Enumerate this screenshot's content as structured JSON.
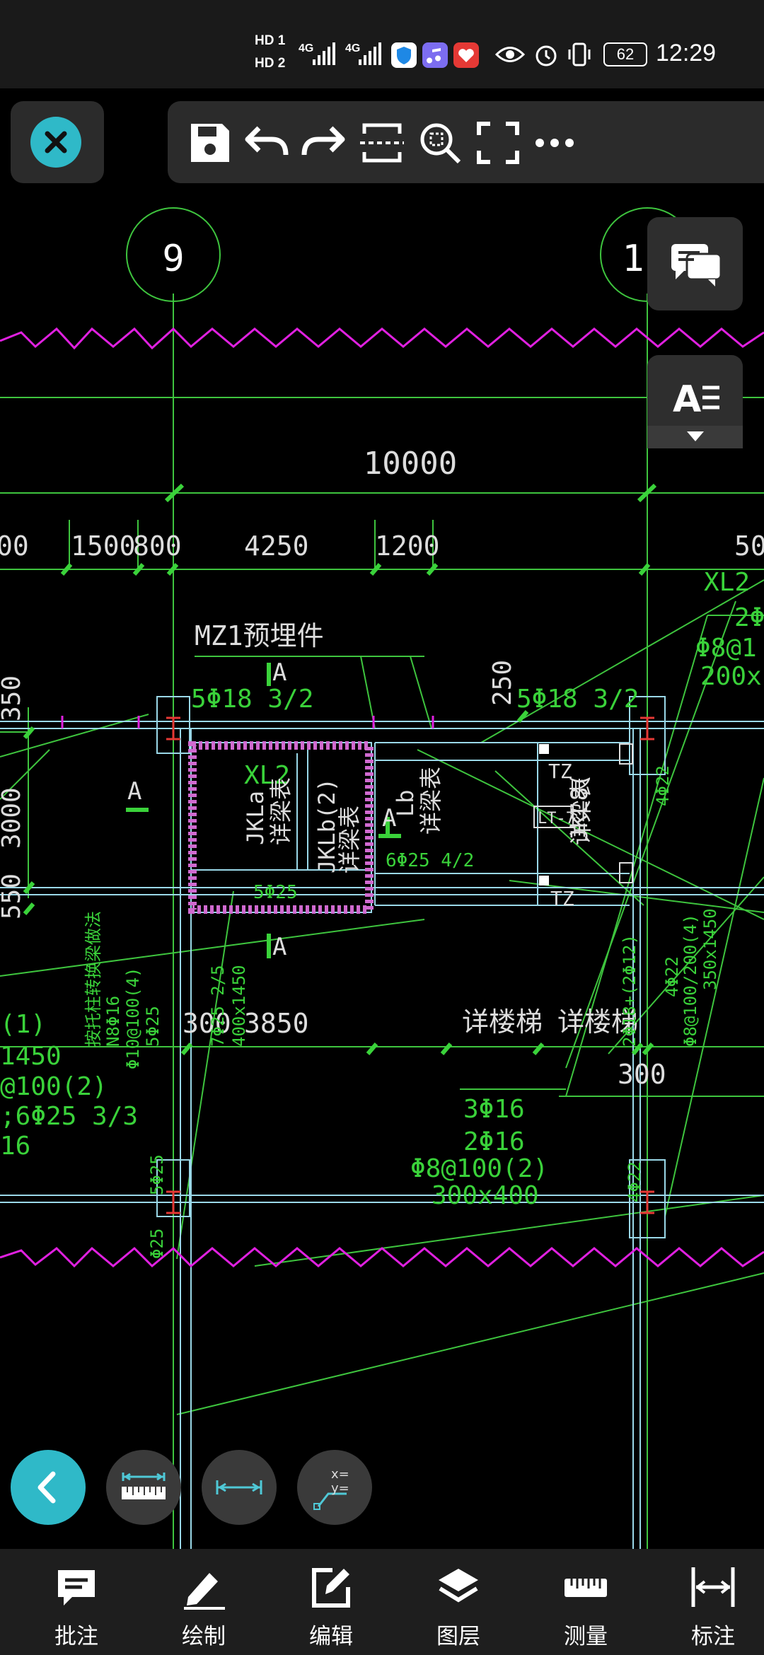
{
  "status": {
    "sim1": "HD 1",
    "sim2": "HD 2",
    "net1": "4G",
    "net2": "4G",
    "battery": "62",
    "time": "12:29"
  },
  "toolbar": {
    "close_icon": "close-icon",
    "items": [
      "save-icon",
      "undo-icon",
      "redo-icon",
      "crop-view-icon",
      "zoom-window-icon",
      "fullscreen-icon",
      "more-icon"
    ]
  },
  "side": {
    "comments_icon": "chat-icon",
    "text_style_icon": "text-style-icon"
  },
  "drawing": {
    "axis_left": "9",
    "axis_right": "1",
    "dim_total": "10000",
    "dims_row": [
      "00",
      "1500",
      "800",
      "4250",
      "1200",
      "50"
    ],
    "mz1": "MZ1预埋件",
    "sectA1": "A",
    "sectA2": "A",
    "sectA3": "A",
    "sectA4": "A",
    "rebar1": "5Φ18 3/2",
    "rebar2": "5Φ18 3/2",
    "dim250": "250",
    "xl2_top": "XL2",
    "xl2_inner": "XL2",
    "xl2_r1": "2Φ",
    "xl2_r2": "Φ8@1",
    "xl2_r3": "200x",
    "jkla": "JKLa",
    "jkla_t": "详梁表",
    "jklb": "JKLb(2)",
    "jklb_t": "详梁表",
    "lb": "Lb",
    "lb_t": "详梁表",
    "jkl8": "JKL8(",
    "jkl8_t": "详梁表",
    "tz1": "TZ",
    "tz2": "TZ",
    "lt7": "LT-7",
    "r625": "6Φ25 4/2",
    "r525": "5Φ25",
    "dim300a": "300",
    "dim3850": "3850",
    "stair1": "详楼梯",
    "stair2": "详楼梯",
    "dim300b": "300",
    "beam1": "3Φ16",
    "beam2": "2Φ16",
    "beam3": "Φ8@100(2)",
    "beam4": "300x400",
    "left1": "(1)",
    "left2": "1450",
    "left3": "@100(2)",
    "left4": ";6Φ25 3/3",
    "left5": "16",
    "v_dim1": "350",
    "v_dim2": "3000",
    "v_dim3": "550",
    "vt1": "按托柱转换梁做法",
    "vt2": "N8Φ16",
    "vt3": "Φ10@100(4)",
    "vt4": "5Φ25",
    "vt5": "7Φ25 2/5",
    "vt6": "400x1450",
    "vr1": "2Φ18+(2Φ12)",
    "vr2": "4Φ22",
    "vr3": "Φ8@100/200(4)",
    "vr4": "350x1450",
    "vr5": "4Φ22",
    "vl1": "5Φ25",
    "vl2": "Φ25",
    "vr6": "4Φ22"
  },
  "tools": {
    "back_icon": "chevron-left-icon",
    "measure_ruler_icon": "ruler-dimension-icon",
    "dimension_icon": "linear-dimension-icon",
    "coordinate_icon": "coordinate-icon",
    "coord_x": "x=",
    "coord_y": "y="
  },
  "tabs": [
    {
      "label": "批注",
      "icon": "annotation-icon"
    },
    {
      "label": "绘制",
      "icon": "pencil-icon"
    },
    {
      "label": "编辑",
      "icon": "edit-icon"
    },
    {
      "label": "图层",
      "icon": "layers-icon"
    },
    {
      "label": "测量",
      "icon": "ruler-icon"
    },
    {
      "label": "标注",
      "icon": "dimension-icon"
    }
  ],
  "colors": {
    "accent": "#2fb9c8",
    "cad_green": "#3ad23a",
    "cad_magenta": "#e020e0",
    "cad_cyan": "#9ad8e8"
  }
}
